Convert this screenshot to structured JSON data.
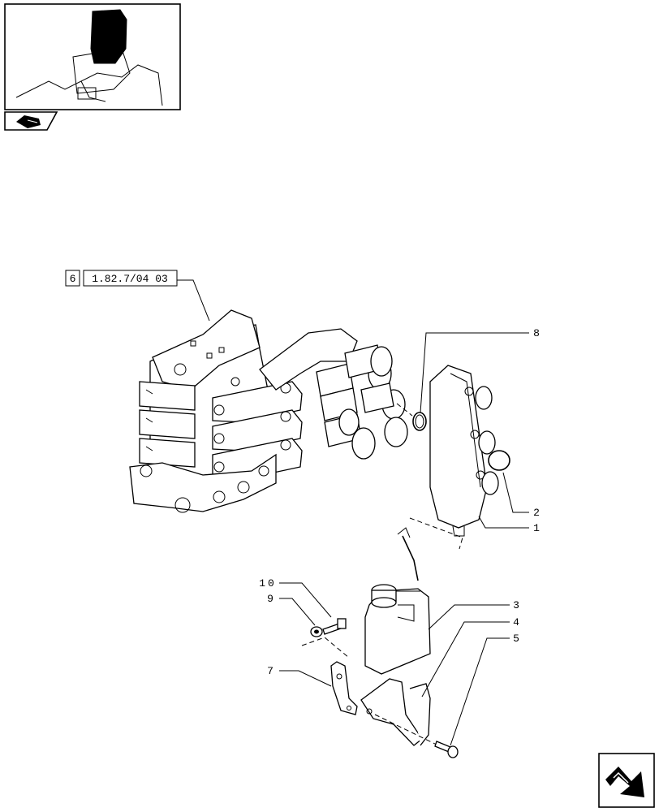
{
  "reference": {
    "box_number": "6",
    "box_code": "1.82.7/04 03"
  },
  "callouts": [
    {
      "id": "c8",
      "label": "8"
    },
    {
      "id": "c2",
      "label": "2"
    },
    {
      "id": "c1",
      "label": "1"
    },
    {
      "id": "c10",
      "label": "10"
    },
    {
      "id": "c9",
      "label": "9"
    },
    {
      "id": "c3",
      "label": "3"
    },
    {
      "id": "c4",
      "label": "4"
    },
    {
      "id": "c5",
      "label": "5"
    },
    {
      "id": "c7",
      "label": "7"
    }
  ],
  "icons": {
    "thumbnail": "tractor-location-thumbnail",
    "book": "catalog-book-icon",
    "next": "next-page-arrow-icon"
  }
}
